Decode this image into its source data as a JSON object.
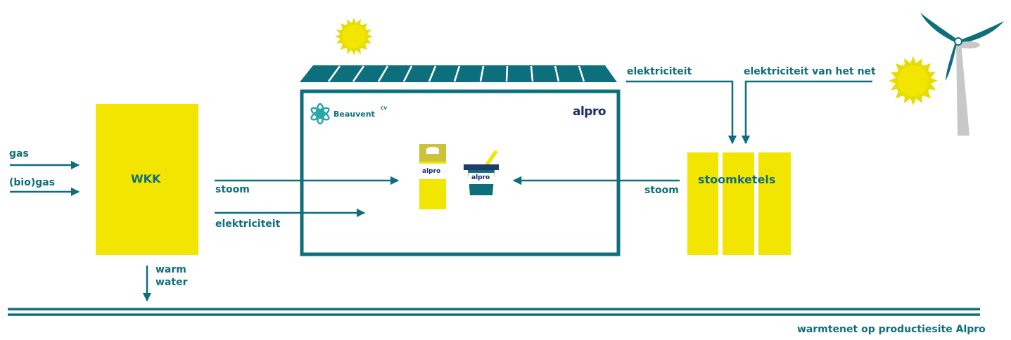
{
  "labels": {
    "gas": "gas",
    "biogas": "(bio)gas",
    "wkk": "WKK",
    "warm_water_line1": "warm",
    "warm_water_line2": "water",
    "stoom_left": "stoom",
    "elektriciteit_left": "elektriciteit",
    "stoom_right": "stoom",
    "stoomketels": "stoomketels",
    "elektriciteit_top": "elektriciteit",
    "elektriciteit_net": "elektriciteit van het net",
    "warmtenet": "warmtenet op productiesite Alpro"
  },
  "logos": {
    "beauvent": "Beauvent",
    "beauvent_mark": "CV",
    "alpro": "alpro",
    "alpro_pack": "alpro",
    "alpro_cup": "alpro"
  },
  "colors": {
    "teal": "#0e6f7c",
    "yellow": "#f2e500",
    "sun": "#e6dc00",
    "turbine_pole": "#c8c8c8",
    "navy": "#1d2d6b"
  }
}
